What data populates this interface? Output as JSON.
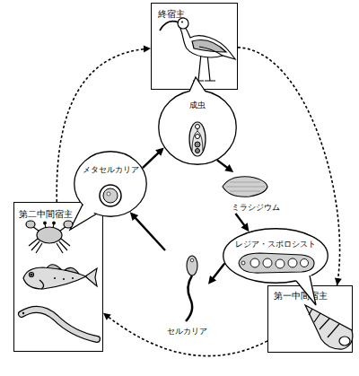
{
  "diagram": {
    "nodes": [
      {
        "text": [
          "終宿主"
        ]
      },
      {
        "text": [
          "成虫"
        ]
      },
      {
        "text": [
          "ミラシジウム"
        ]
      },
      {
        "text": [
          "レジア・スポロシスト"
        ]
      },
      {
        "text": [
          "第一中間宿主"
        ]
      },
      {
        "text": [
          "セルカリア"
        ]
      },
      {
        "text": [
          "メタセルカリア"
        ]
      },
      {
        "text": [
          "第二中間宿主"
        ]
      }
    ],
    "edges": [
      {
        "from": 1,
        "to": 2,
        "arrow": "to"
      },
      {
        "from": 2,
        "to": 3,
        "arrow": "to"
      },
      {
        "from": 3,
        "to": 5,
        "arrow": "to"
      },
      {
        "from": 5,
        "to": 6,
        "arrow": "to"
      },
      {
        "from": 6,
        "to": 1,
        "arrow": "to"
      },
      {
        "from": 0,
        "to": 4,
        "arrow": "to"
      },
      {
        "from": 4,
        "to": 7,
        "arrow": "to"
      },
      {
        "from": 7,
        "to": 0,
        "arrow": "to"
      }
    ]
  }
}
